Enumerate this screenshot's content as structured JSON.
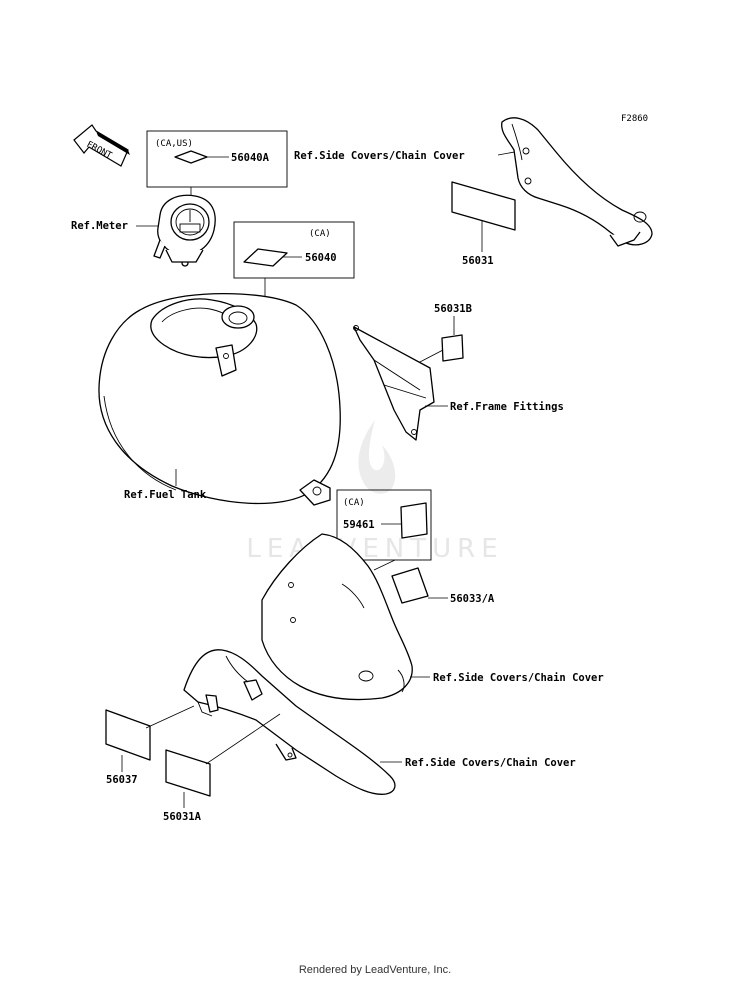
{
  "figure_code": "F2860",
  "front_label": "FRONT",
  "labels": {
    "ref_side_covers_top": "Ref.Side Covers/Chain Cover",
    "ref_meter": "Ref.Meter",
    "ref_frame_fittings": "Ref.Frame Fittings",
    "ref_fuel_tank": "Ref.Fuel Tank",
    "ref_side_covers_mid": "Ref.Side Covers/Chain Cover",
    "ref_side_covers_bottom": "Ref.Side Covers/Chain Cover"
  },
  "parts": {
    "p56040A": "56040A",
    "p56040": "56040",
    "p56031": "56031",
    "p56031B": "56031B",
    "p59461": "59461",
    "p56033A": "56033/A",
    "p56037": "56037",
    "p56031A": "56031A"
  },
  "regions": {
    "ca_us": "(CA,US)",
    "ca_1": "(CA)",
    "ca_2": "(CA)"
  },
  "watermark": "LEADVENTURE",
  "footer": "Rendered by LeadVenture, Inc."
}
